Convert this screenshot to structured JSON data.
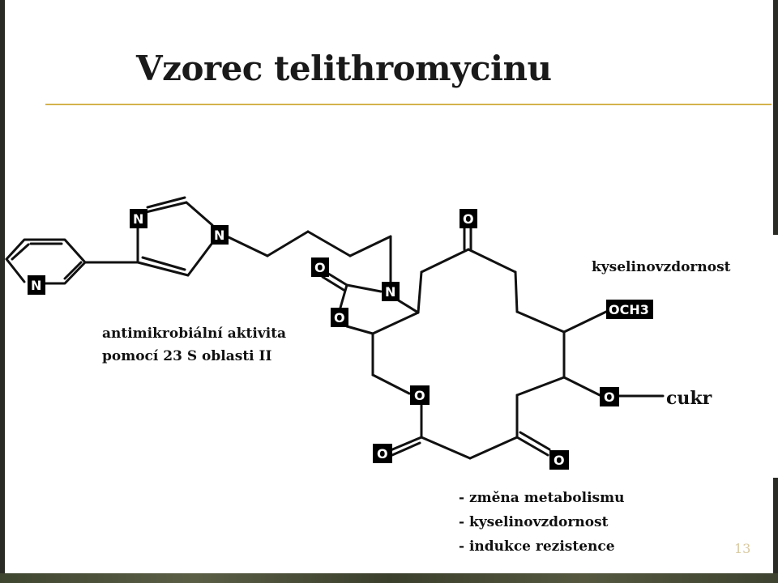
{
  "slide": {
    "title": "Vzorec telithromycinu",
    "slide_number": "13"
  },
  "annotations": {
    "activity_line1": "antimikrobiální aktivita",
    "activity_line2": "pomocí 23 S oblasti II",
    "acid_stability": "kyselinovzdornost",
    "sugar": "cukr",
    "effects": [
      "- změna metabolismu",
      "- kyselinovzdornost",
      "- indukce rezistence"
    ]
  },
  "atoms": {
    "n_imid_top": "N",
    "n_imid_right": "N",
    "n_pyr": "N",
    "n_carbamate": "N",
    "o_carbonyl_carbamate": "O",
    "o_carbamate_ring": "O",
    "o_ketone_top": "O",
    "och3": "OCH3",
    "o_sugar": "O",
    "o_ester_ring": "O",
    "o_ester_carbonyl": "O",
    "o_ketone_bottom": "O"
  }
}
